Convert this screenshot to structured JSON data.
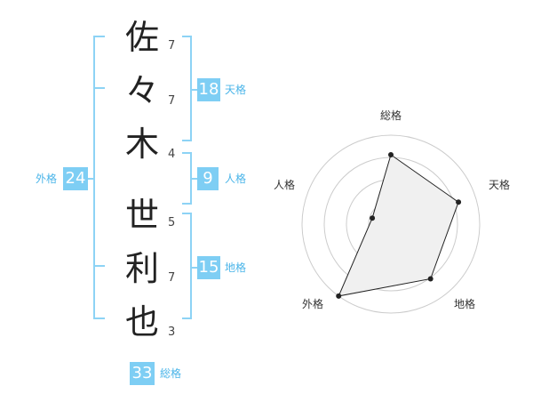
{
  "name": {
    "chars": [
      {
        "char": "佐",
        "strokes": "7"
      },
      {
        "char": "々",
        "strokes": "7"
      },
      {
        "char": "木",
        "strokes": "4"
      },
      {
        "char": "世",
        "strokes": "5"
      },
      {
        "char": "利",
        "strokes": "7"
      },
      {
        "char": "也",
        "strokes": "3"
      }
    ]
  },
  "fortune": {
    "tenkaku": {
      "label": "天格",
      "value": "18"
    },
    "jinkaku": {
      "label": "人格",
      "value": "9"
    },
    "chikaku": {
      "label": "地格",
      "value": "15"
    },
    "gaikaku": {
      "label": "外格",
      "value": "24"
    },
    "soukaku": {
      "label": "総格",
      "value": "33"
    }
  },
  "radar": {
    "axes": [
      "総格",
      "天格",
      "地格",
      "外格",
      "人格"
    ],
    "values": [
      0.78,
      0.8,
      0.76,
      1.0,
      0.22
    ],
    "rings": 4,
    "line_color": "#222222",
    "fill_color": "#f0f0f0",
    "ring_color": "#cccccc"
  },
  "colors": {
    "accent": "#7ecef4",
    "label": "#4bb5e9",
    "bracket": "#8dd3f5"
  }
}
